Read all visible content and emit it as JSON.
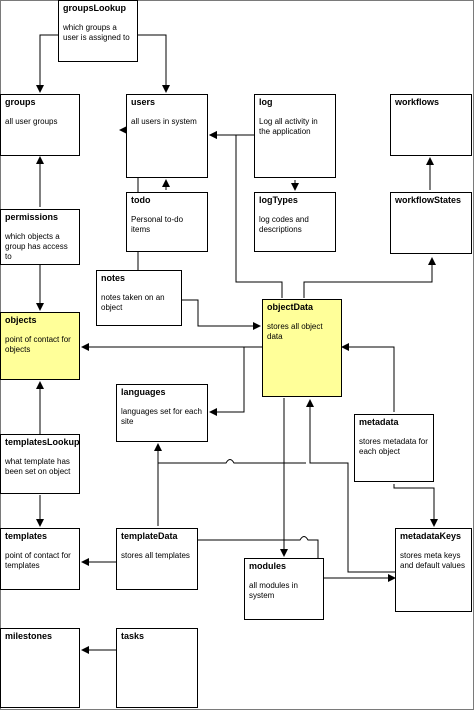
{
  "entities": {
    "groupsLookup": {
      "name": "groupsLookup",
      "desc": "which groups a user is assigned to"
    },
    "groups": {
      "name": "groups",
      "desc": "all user groups"
    },
    "users": {
      "name": "users",
      "desc": "all users in system"
    },
    "log": {
      "name": "log",
      "desc": "Log all activity in the application"
    },
    "workflows": {
      "name": "workflows",
      "desc": ""
    },
    "todo": {
      "name": "todo",
      "desc": "Personal to-do items"
    },
    "logTypes": {
      "name": "logTypes",
      "desc": "log codes and descriptions"
    },
    "workflowStates": {
      "name": "workflowStates",
      "desc": ""
    },
    "permissions": {
      "name": "permissions",
      "desc": "which objects a group has access to"
    },
    "notes": {
      "name": "notes",
      "desc": "notes taken on an object"
    },
    "objects": {
      "name": "objects",
      "desc": "point of contact for objects"
    },
    "objectData": {
      "name": "objectData",
      "desc": "stores all object data"
    },
    "languages": {
      "name": "languages",
      "desc": "languages set for each site"
    },
    "metadata": {
      "name": "metadata",
      "desc": "stores metadata for each object"
    },
    "templatesLookup": {
      "name": "templatesLookup",
      "desc": "what template has been set on object"
    },
    "templates": {
      "name": "templates",
      "desc": "point of contact for templates"
    },
    "templateData": {
      "name": "templateData",
      "desc": "stores all templates"
    },
    "modules": {
      "name": "modules",
      "desc": "all modules in system"
    },
    "metadataKeys": {
      "name": "metadataKeys",
      "desc": "stores meta keys and default values"
    },
    "milestones": {
      "name": "milestones",
      "desc": ""
    },
    "tasks": {
      "name": "tasks",
      "desc": ""
    }
  },
  "highlight_color": "#ffff99",
  "line_color": "#000000"
}
